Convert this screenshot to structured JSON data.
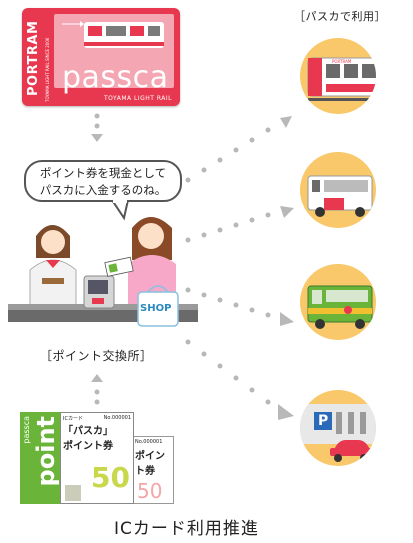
{
  "card": {
    "brand_vertical": "PORTRAM",
    "brand_sub": "TOYAMA LIGHT RAIL SINCE 2006",
    "name": "passca",
    "footer": "TOYAMA LIGHT RAIL"
  },
  "bubble": {
    "line1": "ポイント券を現金として",
    "line2": "パスカに入金するのね。"
  },
  "shop_sign": "SHOP",
  "exchange_label": "［ポイント交換所］",
  "use_label": "［パスカで利用］",
  "tickets": {
    "side_word": "passca",
    "big_word": "point",
    "head_small": "ICカード",
    "title_line1": "「パスカ」",
    "title_line2": "ポイント券",
    "number": "No.000001",
    "value": "50",
    "second_number": "No.000001",
    "second_title": "ポイント券"
  },
  "uses": [
    {
      "name": "tram",
      "sign": "PORTRAM"
    },
    {
      "name": "bus"
    },
    {
      "name": "green-bus"
    },
    {
      "name": "parking",
      "sign": "P"
    }
  ],
  "caption": "ICカード利用推進",
  "colors": {
    "card_red": "#e8384f",
    "circle_orange": "#f8c86a",
    "ticket_green": "#6ab43a",
    "dots": "#b8b8b8"
  }
}
